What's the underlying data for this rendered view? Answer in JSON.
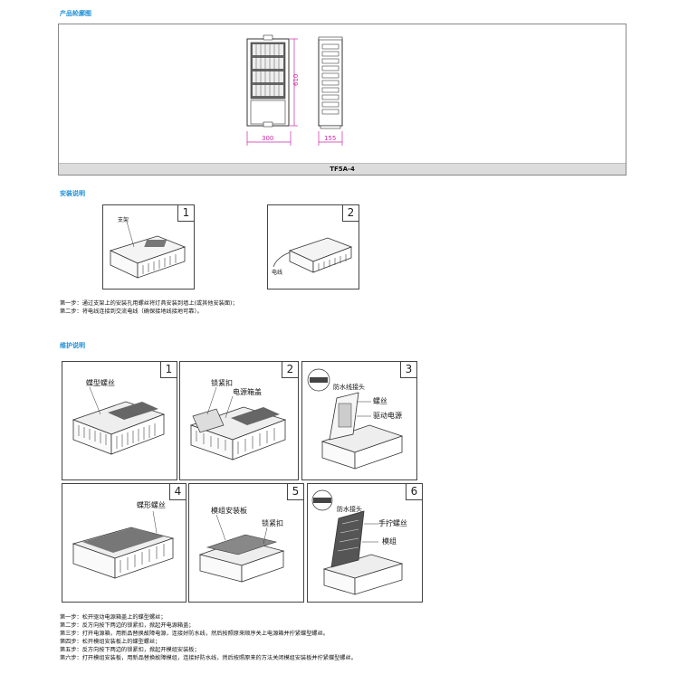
{
  "sections": {
    "product_dims": "产品轮廓图",
    "install": "安装说明",
    "maintenance": "维护说明"
  },
  "product": {
    "model": "TF5A-4",
    "dim_height": "610",
    "dim_width": "300",
    "dim_depth": "155"
  },
  "install_panels": [
    {
      "num": "1",
      "label": "支架"
    },
    {
      "num": "2",
      "label": "电线"
    }
  ],
  "install_steps": [
    "第一步：通过支架上的安装孔用螺丝将灯具安装到墙上(或其他安装面)；",
    "第二步：将电线连接到交流电线（确保接地线接地可靠）。"
  ],
  "maint_panels": [
    {
      "num": "1",
      "labels": [
        "蝶型螺丝"
      ]
    },
    {
      "num": "2",
      "labels": [
        "锁紧扣",
        "电源箱盖"
      ]
    },
    {
      "num": "3",
      "labels": [
        "防水线接头",
        "螺丝",
        "驱动电源"
      ]
    },
    {
      "num": "4",
      "labels": [
        "蝶形螺丝"
      ]
    },
    {
      "num": "5",
      "labels": [
        "模组安装板",
        "锁紧扣"
      ]
    },
    {
      "num": "6",
      "labels": [
        "防水接头",
        "手拧螺丝",
        "模组"
      ]
    }
  ],
  "maint_steps": [
    "第一步：松开驱动电源箱盖上的蝶型螺丝；",
    "第二步：反方向按下两边的锁紧扣，掀起开电源箱盖；",
    "第三步：打开电源箱，用新品替换故障电源，连接好防水线，然后按照原来顺序关上电源箱并拧紧蝶型螺丝。",
    "第四步：松开模组安装板上的蝶型螺丝；",
    "第五步：反方向按下两边的锁紧扣，掀起开模组安装板；",
    "第六步：打开模组安装板，用新品替换故障模组，连接好防水线，然后按照原来的方法关闭模组安装板并拧紧蝶型螺丝。"
  ]
}
